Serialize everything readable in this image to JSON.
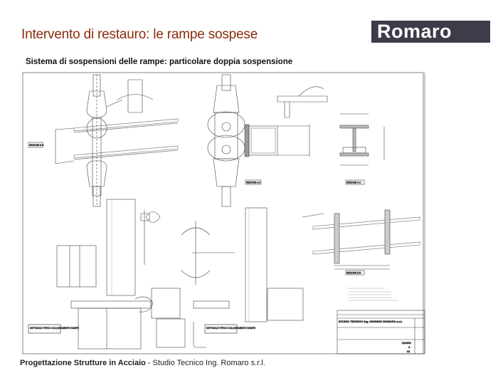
{
  "slide": {
    "title": "Intervento di restauro: le rampe sospese",
    "logo": "Romaro",
    "subtitle": "Sistema di sospensioni delle rampe: particolare doppia sospensione"
  },
  "drawing": {
    "sections": [
      "SEZIONE B-B",
      "SEZIONE A-A",
      "SEZIONE C-C",
      "SEZIONE E-E"
    ],
    "details": [
      "DETTAGLIO TIPICO COLLEGAMENTO RAMPE",
      "DETTAGLIO TIPICO COLLEGAMENTO RAMPE"
    ],
    "title_block": {
      "studio": "STUDIO TECNICO Ing. GIORGIO ROMARO s.r.l.",
      "drawing_no": "12x001",
      "sheet": "4",
      "rev": "31"
    }
  },
  "footer": {
    "bold": "Progettazione Strutture in Acciaio",
    "rest": " - Studio Tecnico Ing. Romaro s.r.l."
  }
}
